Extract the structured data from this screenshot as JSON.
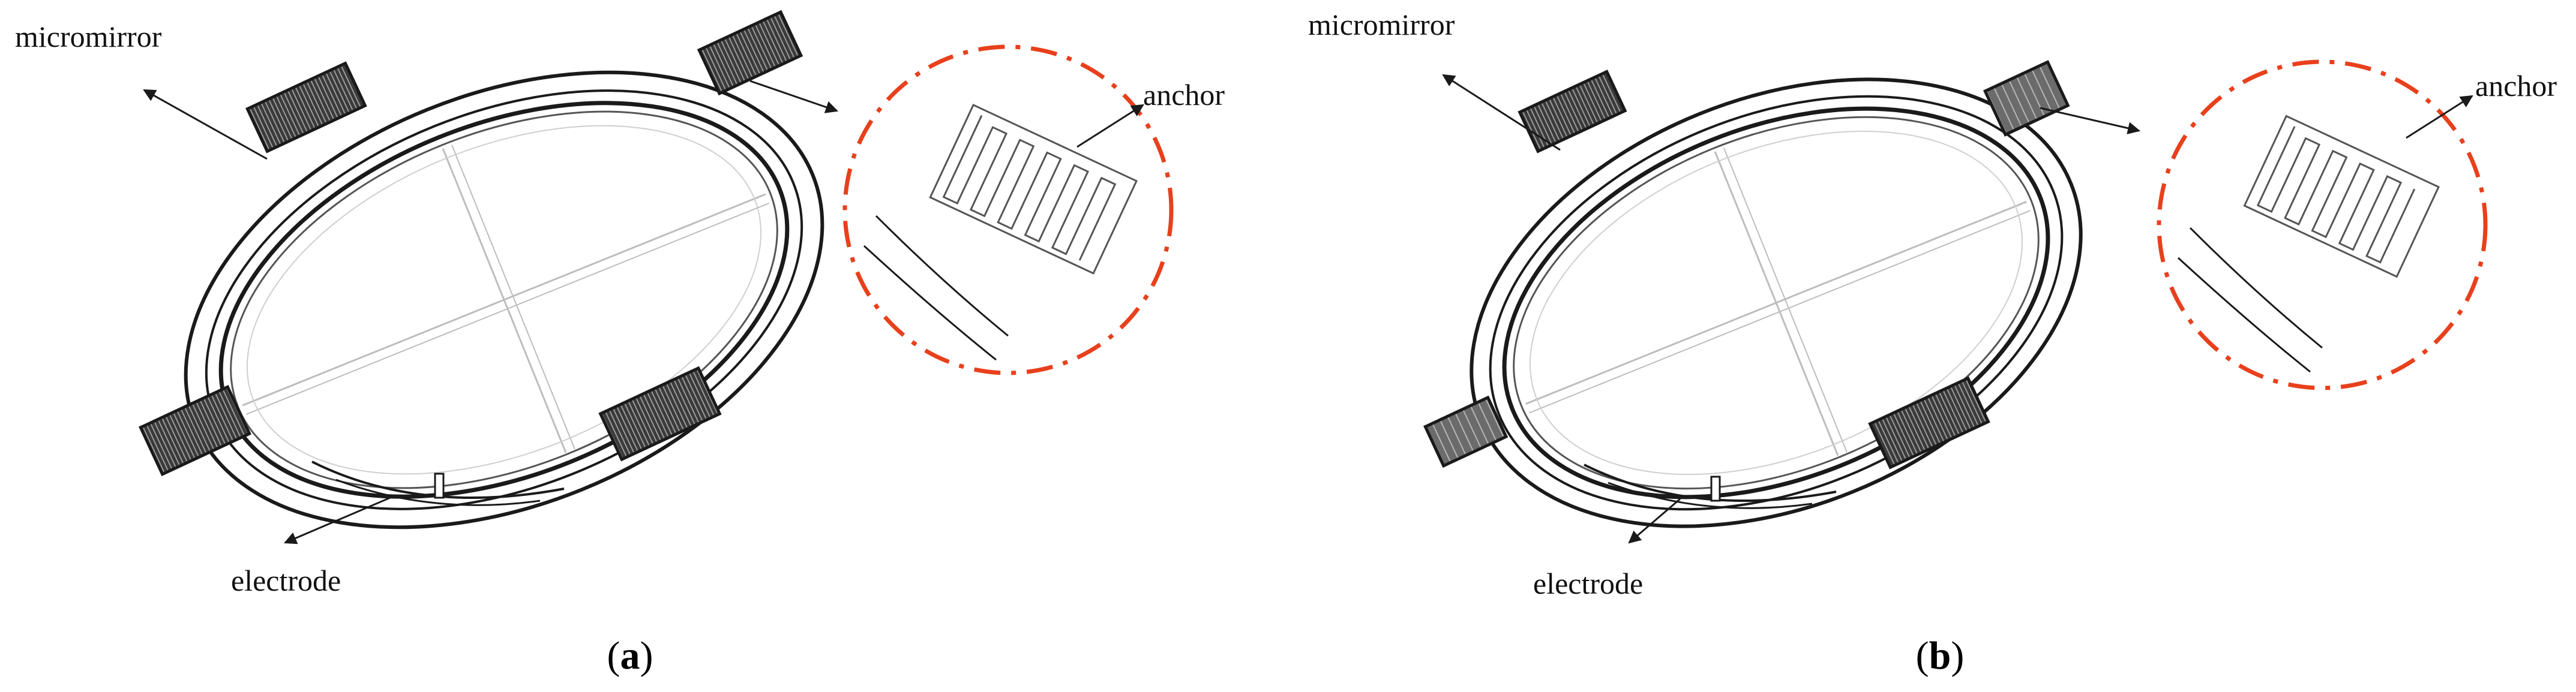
{
  "colors": {
    "ink": "#1a1a1a",
    "pad_dark": "#3a3a3a",
    "pad_mid": "#6b6b6b",
    "zoom_circle": "#e8401c",
    "background": "#ffffff"
  },
  "panels": [
    {
      "id": "a",
      "labels": {
        "micromirror": "micromirror",
        "anchor": "anchor",
        "electrode": "electrode"
      },
      "caption": {
        "open": "(",
        "letter": "a",
        "close": ")"
      }
    },
    {
      "id": "b",
      "labels": {
        "micromirror": "micromirror",
        "anchor": "anchor",
        "electrode": "electrode"
      },
      "caption": {
        "open": "(",
        "letter": "b",
        "close": ")"
      }
    }
  ]
}
